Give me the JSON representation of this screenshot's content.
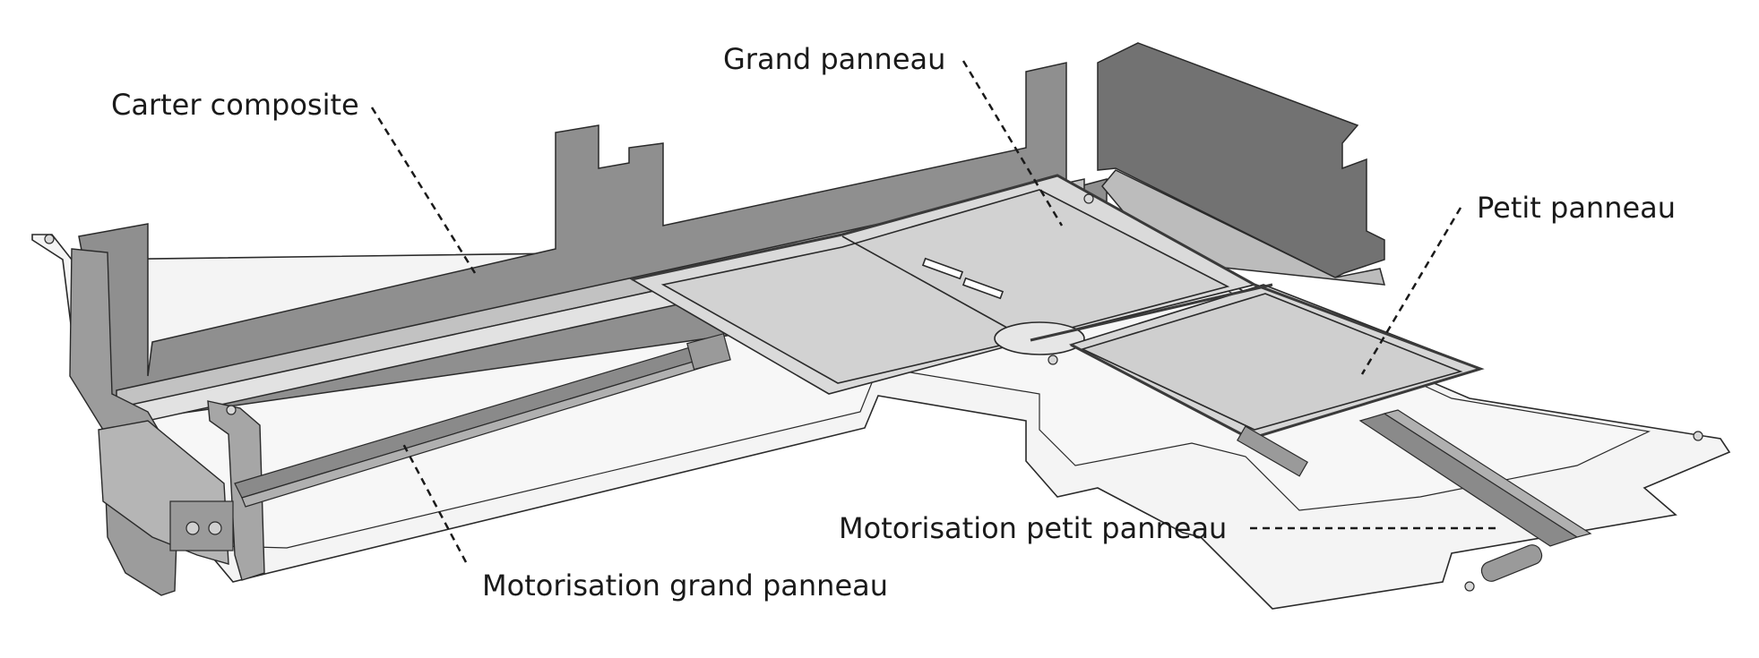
{
  "figure": {
    "labels": {
      "carter_composite": "Carter composite",
      "grand_panneau": "Grand panneau",
      "petit_panneau": "Petit panneau",
      "motorisation_petit_panneau": "Motorisation petit panneau",
      "motorisation_grand_panneau": "Motorisation grand panneau"
    },
    "colors": {
      "background": "#ffffff",
      "outline": "#2a2a2a",
      "wall_dark": "#7a7a7a",
      "wall_mid": "#9a9a9a",
      "wall_light": "#b8b8b8",
      "panel": "#d6d6d6",
      "rim": "#f4f4f4",
      "rail": "#8a8a8a",
      "leader": "#1a1a1a"
    }
  }
}
